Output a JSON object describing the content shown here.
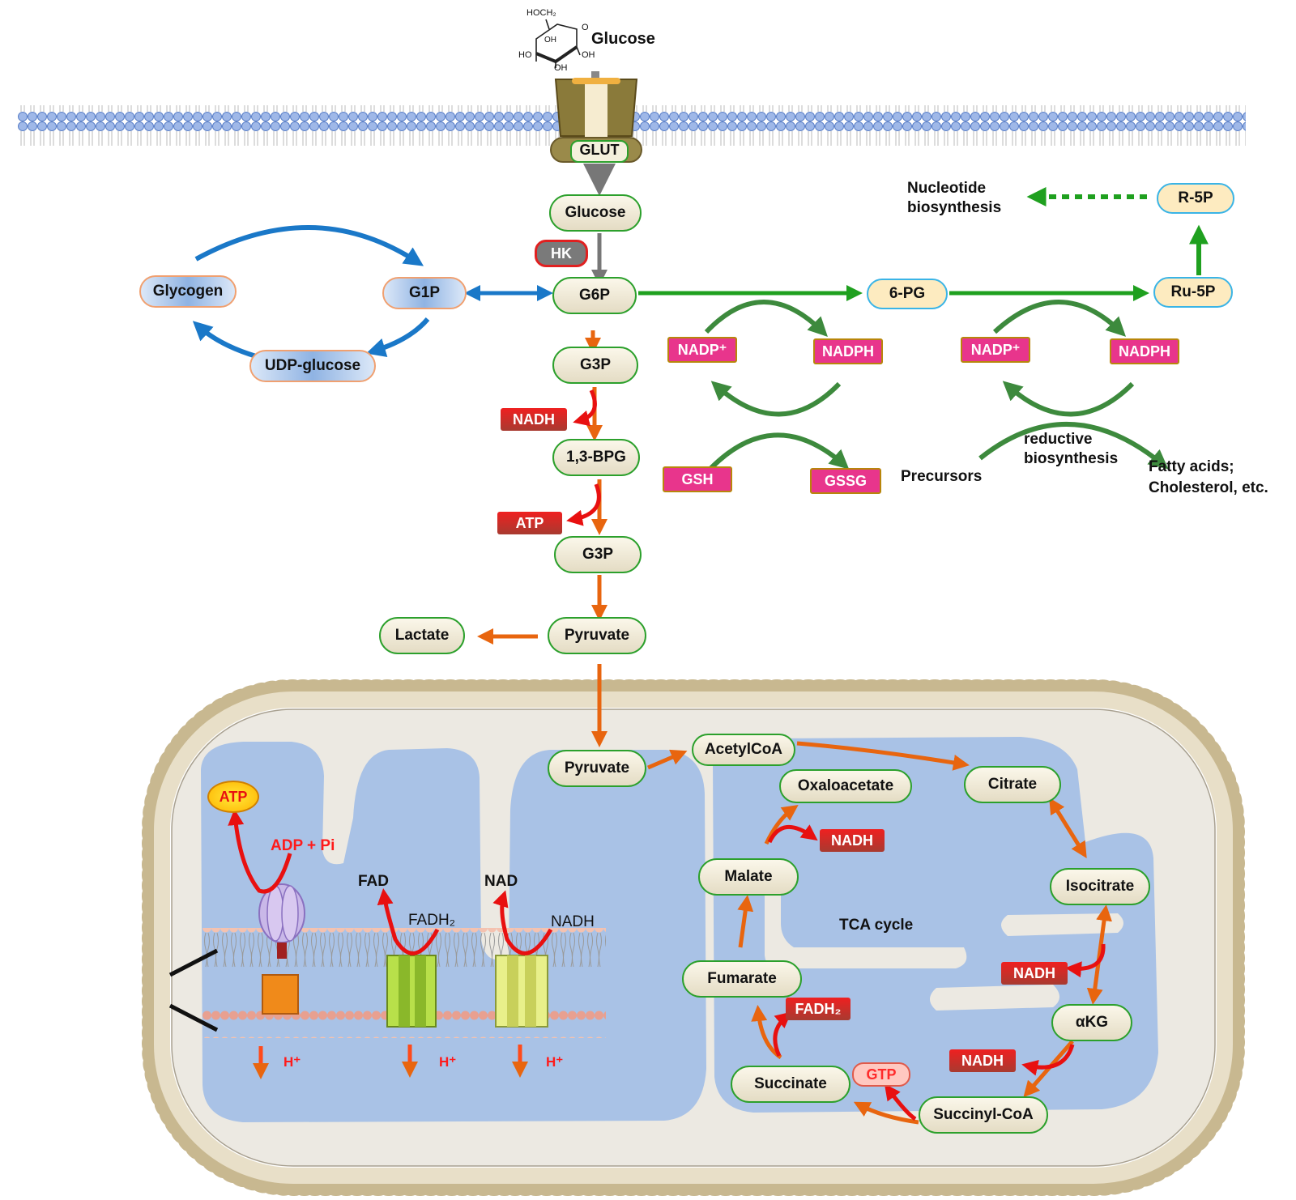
{
  "cytosol": {
    "glucose_outside": "Glucose",
    "transporter": "GLUT",
    "glucose": "Glucose",
    "hk": "HK",
    "g6p": "G6P",
    "g1p": "G1P",
    "glycogen": "Glycogen",
    "udp_glucose": "UDP-glucose",
    "g3p_1": "G3P",
    "nadh_1": "NADH",
    "bpg": "1,3-BPG",
    "atp_1": "ATP",
    "g3p_2": "G3P",
    "pyruvate": "Pyruvate",
    "lactate": "Lactate"
  },
  "ppp": {
    "pg6": "6-PG",
    "ru5p": "Ru-5P",
    "r5p": "R-5P",
    "nucleotide_line1": "Nucleotide",
    "nucleotide_line2": "biosynthesis",
    "nadp_1": "NADP⁺",
    "nadph_1": "NADPH",
    "nadp_2": "NADP⁺",
    "nadph_2": "NADPH",
    "gsh": "GSH",
    "gssg": "GSSG",
    "precursors": "Precursors",
    "reductive_line1": "reductive",
    "reductive_line2": "biosynthesis",
    "products_line1": "Fatty acids;",
    "products_line2": "Cholesterol, etc."
  },
  "mito": {
    "pyruvate": "Pyruvate",
    "acetylcoa": "AcetylCoA",
    "oxaloacetate": "Oxaloacetate",
    "citrate": "Citrate",
    "isocitrate": "Isocitrate",
    "akg": "αKG",
    "succinylcoa": "Succinyl-CoA",
    "succinate": "Succinate",
    "fumarate": "Fumarate",
    "malate": "Malate",
    "tca": "TCA cycle",
    "nadh_oaa": "NADH",
    "nadh_iso": "NADH",
    "nadh_akg": "NADH",
    "fadh2_tag": "FADH₂",
    "gtp": "GTP",
    "atp": "ATP",
    "adp_pi": "ADP + Pi",
    "fad": "FAD",
    "fadh2": "FADH₂",
    "nad": "NAD",
    "nadh": "NADH",
    "h1": "H⁺",
    "h2": "H⁺",
    "h3": "H⁺"
  },
  "molecule": {
    "hoch2": "HOCH₂",
    "ho": "HO",
    "oh1": "OH",
    "oh2": "OH",
    "oh3": "OH",
    "o": "O"
  },
  "colors": {
    "glycolysis": "#e8650f",
    "ppp": "#1fa01f",
    "glycogen": "#1a78c8",
    "redox": "#3d8a3d",
    "energy": "#e81010",
    "membrane": "#7a9cd8"
  }
}
